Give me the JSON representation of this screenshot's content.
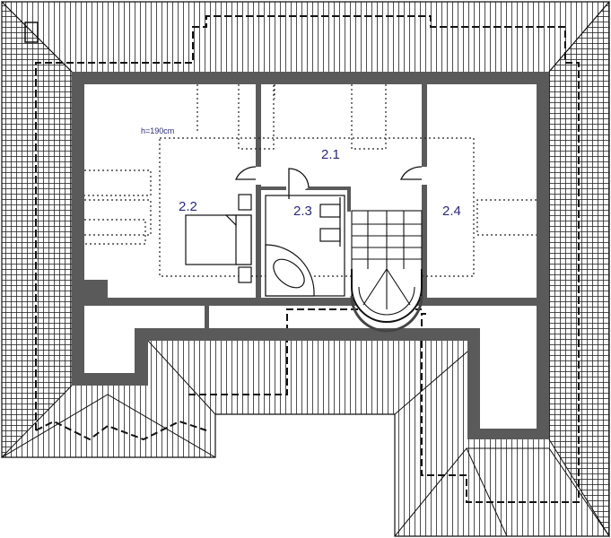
{
  "plan": {
    "ceiling_height_note": "h=190cm",
    "rooms": [
      {
        "id": "2.1"
      },
      {
        "id": "2.2"
      },
      {
        "id": "2.3"
      },
      {
        "id": "2.4"
      }
    ]
  },
  "colors": {
    "wall": "#5a5a5a",
    "label": "#2b2a78",
    "line": "#111111"
  }
}
